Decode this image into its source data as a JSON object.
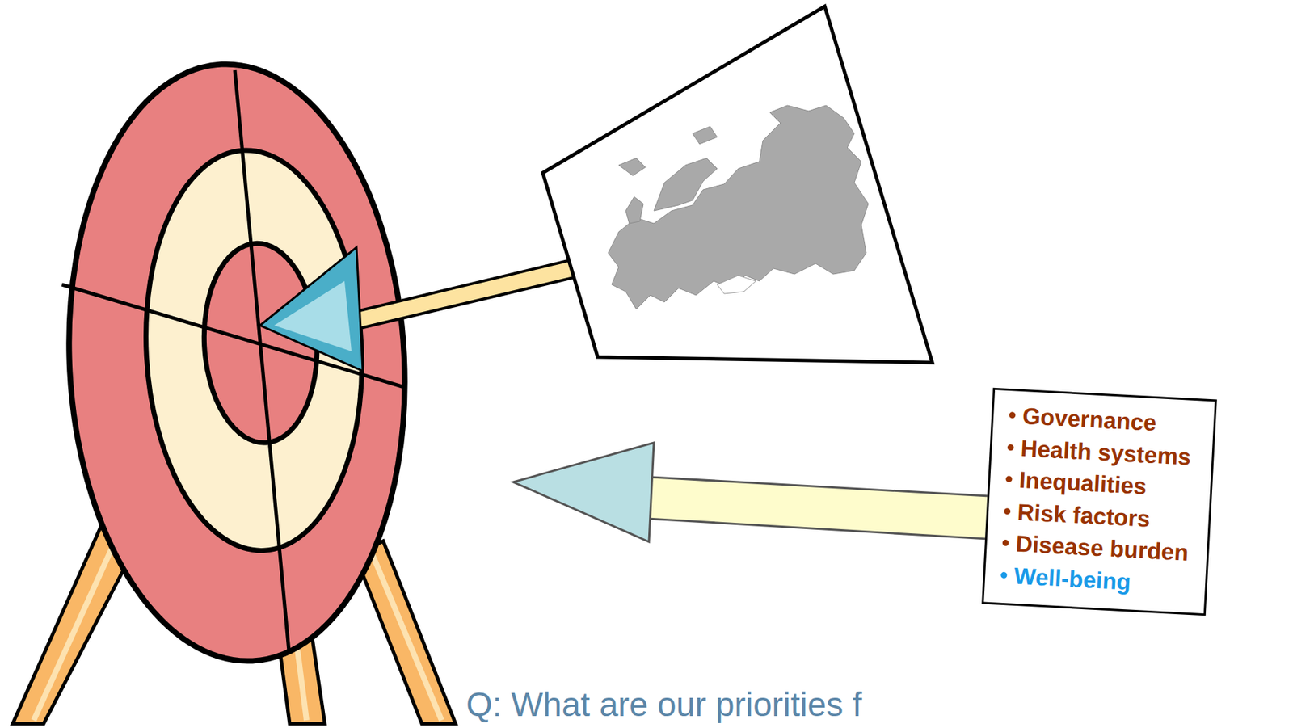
{
  "diagram": {
    "nodes": [
      {
        "text": [
          "Governance",
          "Health systems",
          "Inequalities",
          "Risk factors",
          "Disease burden",
          "Well-being"
        ]
      }
    ],
    "labels": [
      "Q: What are our priorities f"
    ]
  }
}
